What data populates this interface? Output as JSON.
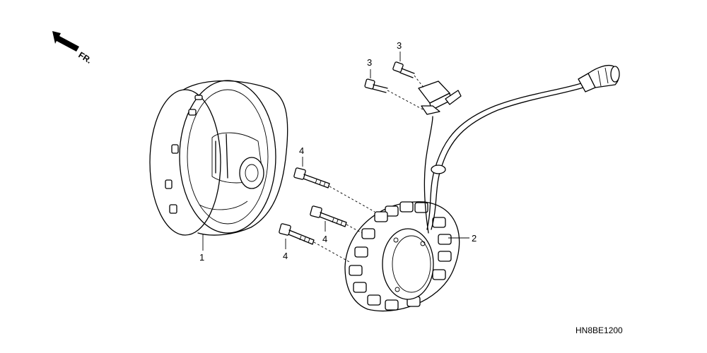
{
  "diagram": {
    "direction_marker": {
      "label": "FR.",
      "icon": "front-direction-arrow-icon"
    },
    "callouts": {
      "flywheel": "1",
      "stator": "2",
      "pulse_bolt_upper": "3",
      "pulse_bolt_lower": "3",
      "stator_bolt_upper": "4",
      "stator_bolt_middle": "4",
      "stator_bolt_lower": "4"
    },
    "diagram_code": "HN8BE1200"
  }
}
